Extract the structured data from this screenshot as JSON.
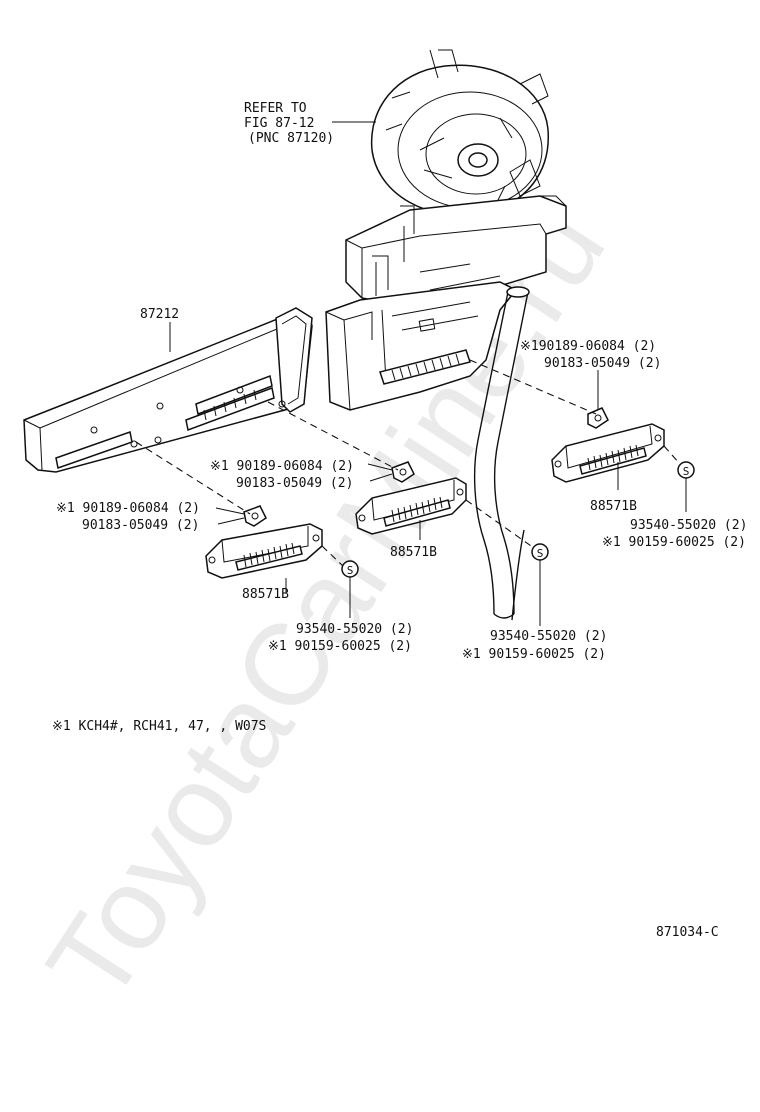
{
  "watermark": "ToyotaCarMine.ru",
  "refer": {
    "line1": "REFER TO",
    "line2": "FIG 87-12",
    "line3": "(PNC 87120)"
  },
  "parts": {
    "duct": "87212",
    "vent_right": "88571B",
    "vent_center": "88571B",
    "vent_left": "88571B"
  },
  "clip_labels": {
    "right_a": "※190189-06084 (2)",
    "right_b": "90183-05049 (2)",
    "center_a": "※1 90189-06084 (2)",
    "center_b": "90183-05049 (2)",
    "left_a": "※1 90189-06084 (2)",
    "left_b": "90183-05049 (2)"
  },
  "screw_labels": {
    "right_a": "93540-55020 (2)",
    "right_b": "※1 90159-60025 (2)",
    "center_a": "93540-55020 (2)",
    "center_b": "※1 90159-60025 (2)",
    "left_a": "93540-55020 (2)",
    "left_b": "※1 90159-60025 (2)"
  },
  "screw_symbol": "S",
  "footnote": "※1 KCH4#, RCH41, 47, , W07S",
  "diagram_code": "871034-C"
}
